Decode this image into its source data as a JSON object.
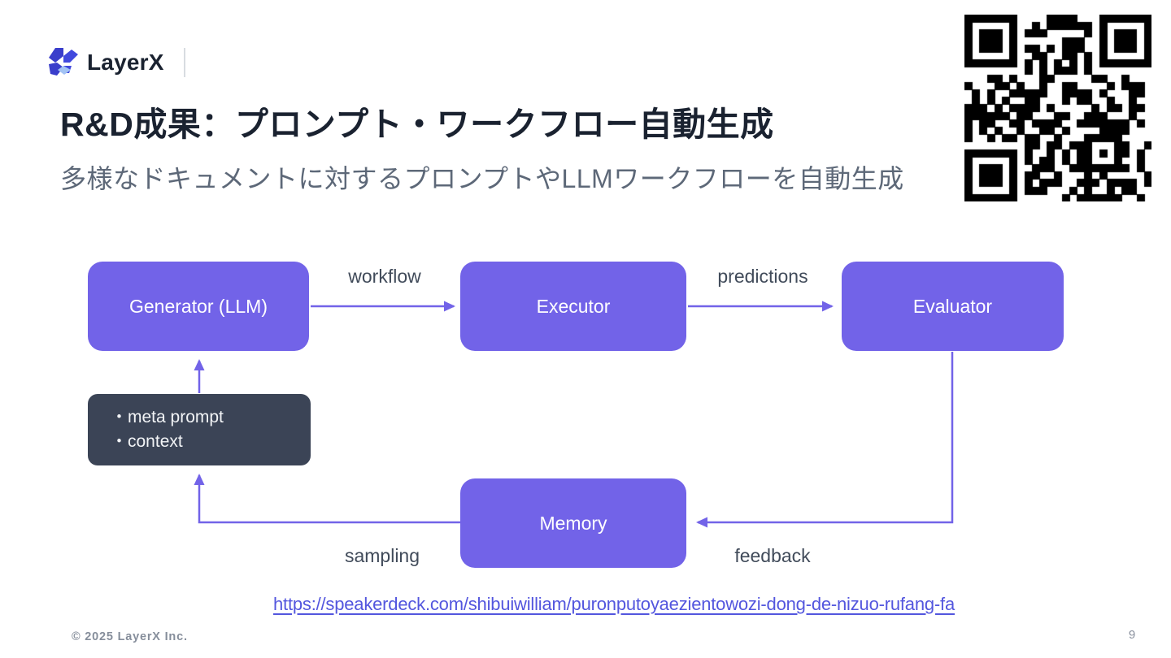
{
  "colors": {
    "accent_purple": "#7263e8",
    "dark_node": "#3b4456",
    "link_blue": "#5356de",
    "title_text": "#1a2230",
    "subtitle_text": "#5d6878",
    "edge_label_text": "#414b5a",
    "footer_text": "#868e9b"
  },
  "header": {
    "logo_text": "LayerX",
    "title": "R&D成果：プロンプト・ワークフロー自動生成",
    "subtitle": "多様なドキュメントに対するプロンプトやLLMワークフローを自動生成"
  },
  "diagram": {
    "nodes": {
      "generator": "Generator (LLM)",
      "executor": "Executor",
      "evaluator": "Evaluator",
      "memory": "Memory"
    },
    "inputs": {
      "line1": "・meta prompt",
      "line2": "・context"
    },
    "edges": {
      "workflow": "workflow",
      "predictions": "predictions",
      "sampling": "sampling",
      "feedback": "feedback"
    }
  },
  "footer": {
    "link": "https://speakerdeck.com/shibuiwilliam/puronputoyaezientowozi-dong-de-nizuo-rufang-fa",
    "copyright": "© 2025 LayerX Inc.",
    "page_number": "9"
  }
}
